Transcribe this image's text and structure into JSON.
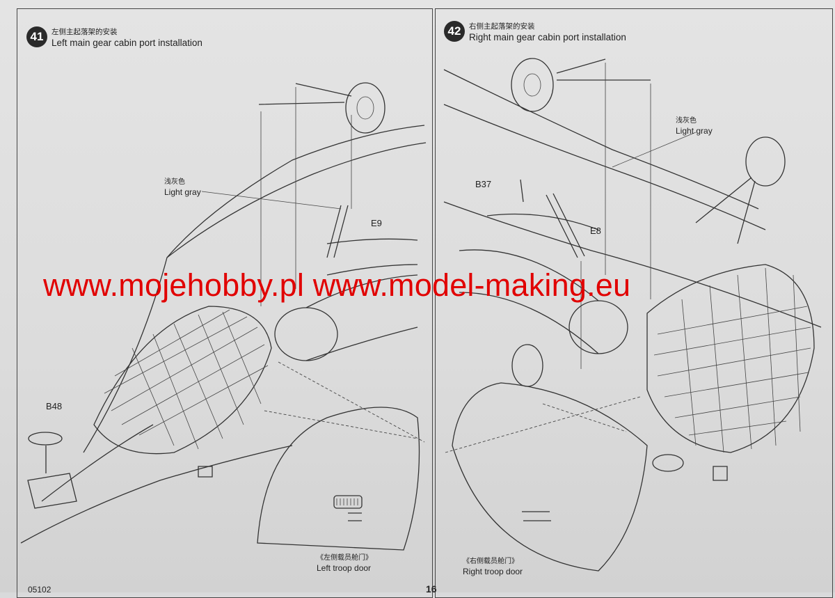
{
  "page": {
    "page_number": "16",
    "code": "05102"
  },
  "watermark": "www.mojehobby.pl www.model-making.eu",
  "steps": [
    {
      "number": "41",
      "title_cn": "左侧主起落架的安装",
      "title_en": "Left main gear cabin port installation",
      "color_note_cn": "浅灰色",
      "color_note_en": "Light gray",
      "parts": [
        "E9",
        "B48"
      ],
      "caption_cn": "《左侧载员舱门》",
      "caption_en": "Left troop door"
    },
    {
      "number": "42",
      "title_cn": "右侧主起落架的安装",
      "title_en": "Right main gear cabin port installation",
      "color_note_cn": "浅灰色",
      "color_note_en": "Light gray",
      "parts": [
        "B37",
        "E8"
      ],
      "caption_cn": "《右侧载员舱门》",
      "caption_en": "Right troop door"
    }
  ]
}
